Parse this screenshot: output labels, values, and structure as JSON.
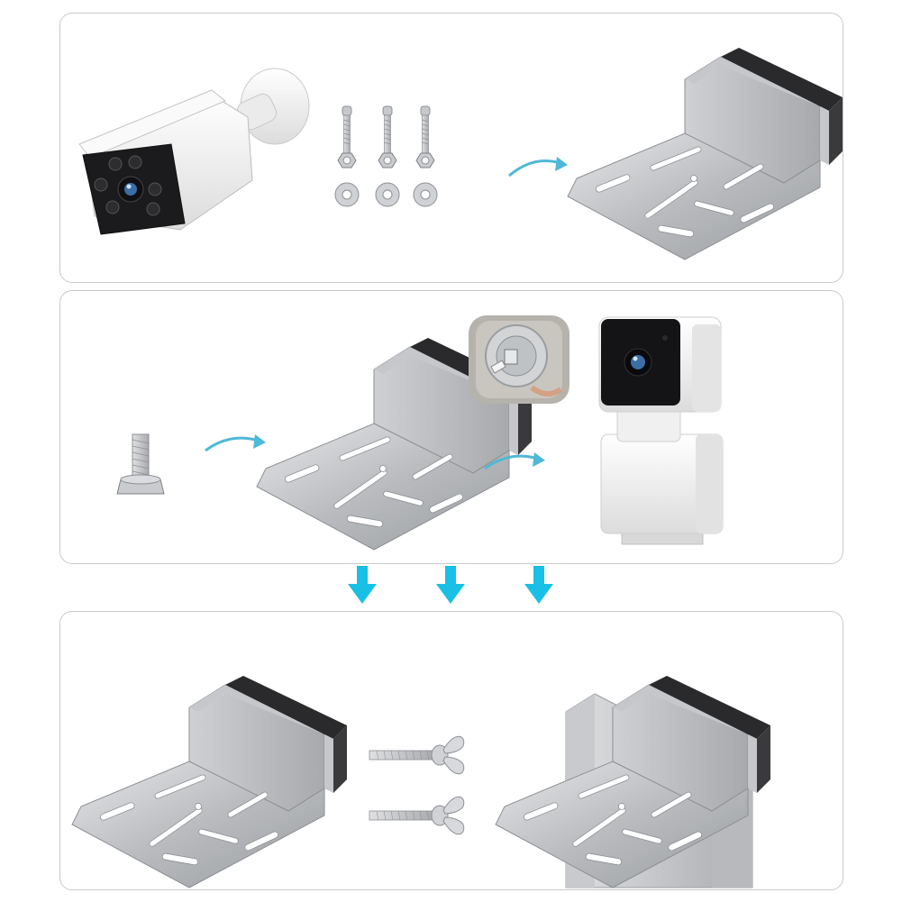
{
  "colors": {
    "panel_border": "#c9c9c9",
    "steel_light": "#d9dadc",
    "steel_mid": "#b3b5b8",
    "steel_dark": "#8d9094",
    "camera_white": "#f2f2f2",
    "camera_black": "#1b1b1d",
    "lens_blue": "#3a6ea5",
    "arrow_cyan": "#19c0e6",
    "curve_arrow": "#4fb8d6"
  },
  "panels": [
    {
      "name": "step-1",
      "items": [
        "bullet-camera-image",
        "screw-set-image",
        "bracket-image"
      ]
    },
    {
      "name": "step-2",
      "items": [
        "bolt-image",
        "bracket-image",
        "camera-base-image",
        "cube-camera-image"
      ]
    },
    {
      "name": "step-3",
      "items": [
        "bracket-image",
        "wing-bolt-image",
        "bracket-mounted-image"
      ]
    }
  ],
  "down_arrows": 3
}
